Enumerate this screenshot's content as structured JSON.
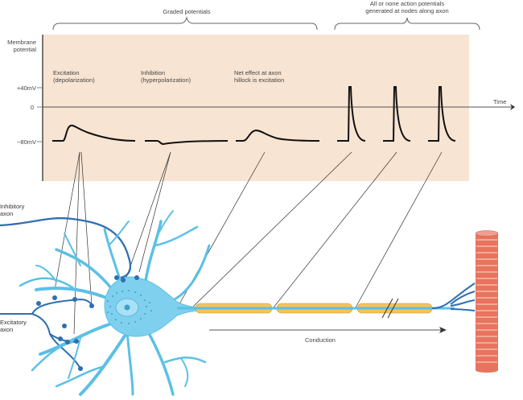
{
  "header": {
    "graded_label": "Graded potentials",
    "action_label_line1": "All or none action potentials",
    "action_label_line2": "generated at nodes along axon"
  },
  "axis": {
    "y_label_line1": "Membrane",
    "y_label_line2": "potential",
    "tick_plus40": "+40mV",
    "tick_zero": "0",
    "tick_minus80": "−80mV",
    "x_label": "Time"
  },
  "traces": {
    "excitation_line1": "Excitation",
    "excitation_line2": "(depolarization)",
    "inhibition_line1": "Inhibition",
    "inhibition_line2": "(hyperpolarization)",
    "net_line1": "Net effect at axon",
    "net_line2": "hillock is excitation"
  },
  "neuron": {
    "inhibitory_line1": "Inhibitory",
    "inhibitory_line2": "axon",
    "excitatory_line1": "Excitatory",
    "excitatory_line2": "axon",
    "conduction_label": "Conduction"
  },
  "colors": {
    "panel_bg": "#f8e4d2",
    "neuron_blue": "#5bc0e6",
    "axon_dark_blue": "#2f6fb0",
    "myelin_yellow": "#f4c35a",
    "muscle_red": "#e8735f"
  }
}
